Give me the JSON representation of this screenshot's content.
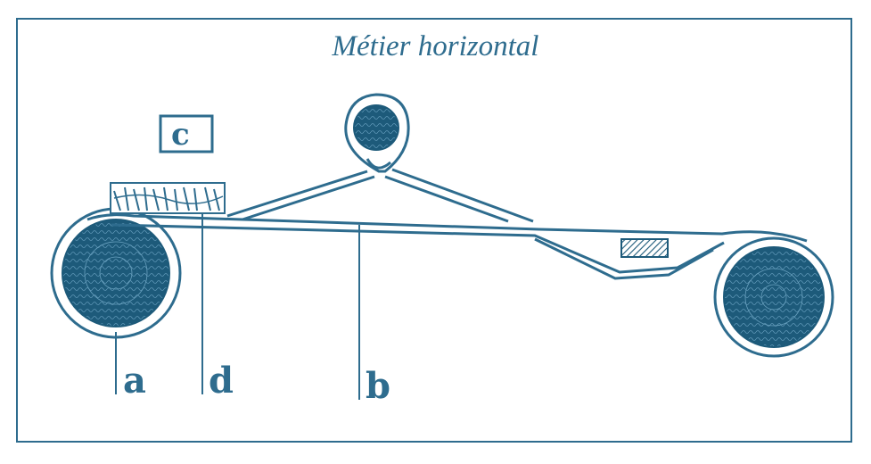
{
  "diagram": {
    "title": "Métier horizontal",
    "labels": {
      "a": "a",
      "b": "b",
      "c": "c",
      "d": "d"
    },
    "colors": {
      "ink": "#2e6c8e",
      "dark": "#1d5a7a",
      "background": "#ffffff"
    }
  }
}
